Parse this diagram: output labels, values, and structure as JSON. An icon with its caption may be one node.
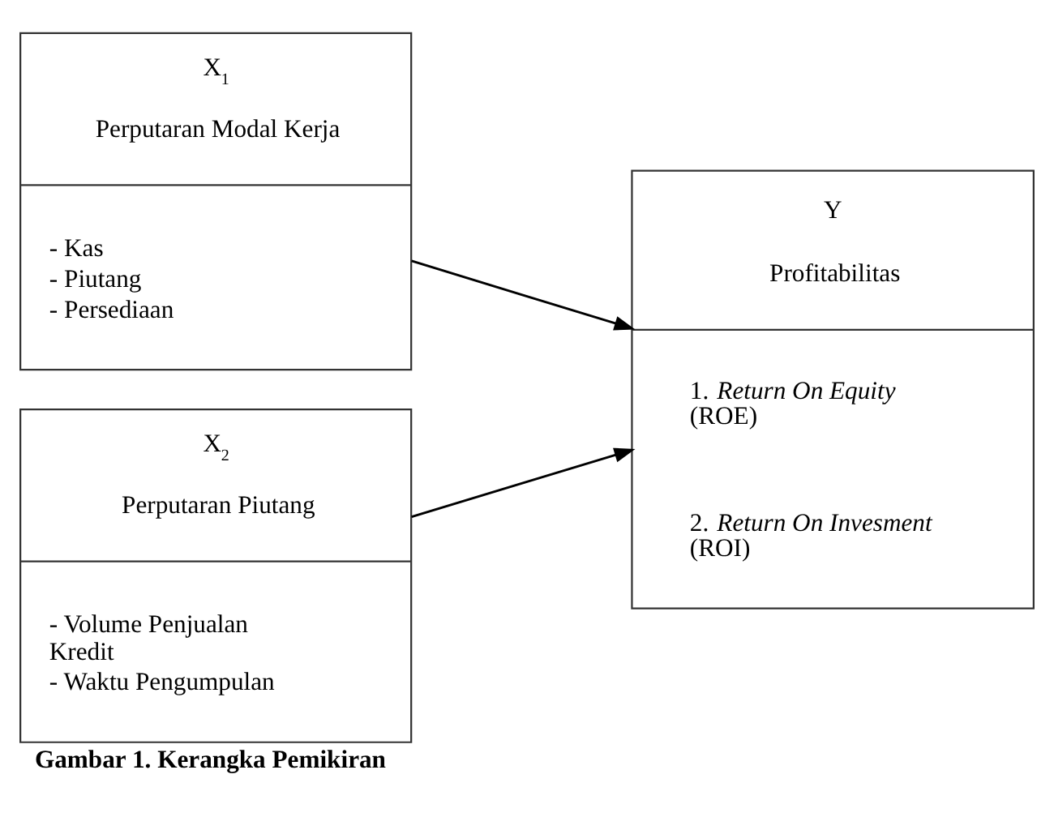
{
  "diagram": {
    "caption": "Gambar 1. Kerangka Pemikiran",
    "nodes": [
      {
        "text": [
          "X$_{1}$",
          "Perputaran Modal Kerja",
          "- Kas",
          "- Piutang",
          "- Persediaan"
        ]
      },
      {
        "text": [
          "X$_{2}$",
          "Perputaran Piutang",
          "- Volume Penjualan Kredit",
          "- Waktu Pengumpulan"
        ]
      },
      {
        "text": [
          "Y",
          "Profitabilitas",
          "1. *Return On Equity* (ROE)",
          "2. *Return On Invesment* (ROI)"
        ]
      }
    ],
    "edges": [
      {
        "from": 0,
        "to": 2,
        "arrow": "to"
      },
      {
        "from": 1,
        "to": 2,
        "arrow": "to"
      }
    ]
  }
}
